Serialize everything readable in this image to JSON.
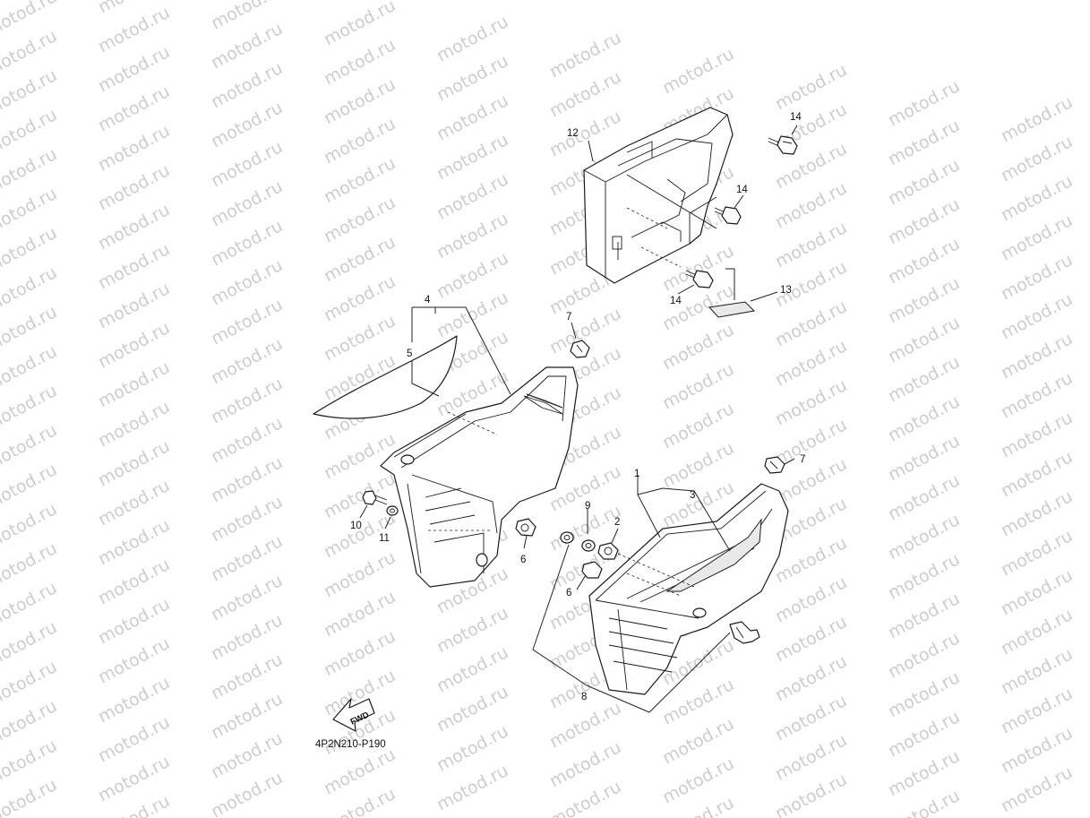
{
  "watermark": {
    "text": "motod.ru"
  },
  "labels": {
    "l1": "1",
    "l2": "2",
    "l3": "3",
    "l4": "4",
    "l5": "5",
    "l6a": "6",
    "l6b": "6",
    "l7a": "7",
    "l7b": "7",
    "l8": "8",
    "l9": "9",
    "l10": "10",
    "l11": "11",
    "l12": "12",
    "l13": "13",
    "l14a": "14",
    "l14b": "14",
    "l14c": "14"
  },
  "fwd_arrow": {
    "text": "FWD"
  },
  "diagram_code": "4P2N210-P190"
}
